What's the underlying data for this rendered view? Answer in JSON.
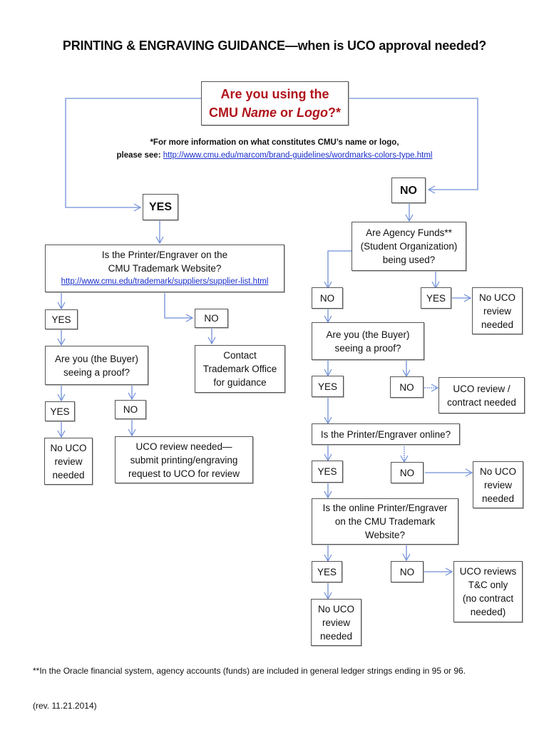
{
  "title": "PRINTING & ENGRAVING GUIDANCE—when is UCO approval needed?",
  "colors": {
    "question": "#b0141c",
    "arrow": "#6f8fd8",
    "link": "#1a2ecc",
    "border": "#555555"
  },
  "start": {
    "line1": "Are you using the",
    "line2_pre": "CMU ",
    "name": "Name",
    "or": " or ",
    "logo": "Logo",
    "suffix": "?*"
  },
  "note": {
    "line1": "*For more information on what constitutes CMU’s name or logo,",
    "line2_prefix": "please see: ",
    "link": "http://www.cmu.edu/marcom/brand-guidelines/wordmarks-colors-type.html"
  },
  "yes_branch": {
    "label": "YES",
    "q1": {
      "line1": "Is the Printer/Engraver on the",
      "line2": "CMU Trademark Website?",
      "link": "http://www.cmu.edu/trademark/suppliers/supplier-list.html"
    },
    "q1_yes": "YES",
    "q1_no": "NO",
    "contact": [
      "Contact",
      "Trademark Office",
      "for guidance"
    ],
    "q2": [
      "Are you (the Buyer)",
      "seeing a proof?"
    ],
    "q2_yes": "YES",
    "q2_no": "NO",
    "no_review": [
      "No UCO",
      "review",
      "needed"
    ],
    "review_needed": [
      "UCO review needed—",
      "submit printing/engraving",
      "request to UCO for review"
    ]
  },
  "no_branch": {
    "label": "NO",
    "q1": [
      "Are Agency Funds**",
      "(Student Organization)",
      "being used?"
    ],
    "q1_no": "NO",
    "q1_yes": "YES",
    "q1_yes_result": [
      "No UCO",
      "review",
      "needed"
    ],
    "q2": [
      "Are you (the Buyer)",
      "seeing a proof?"
    ],
    "q2_yes": "YES",
    "q2_no": "NO",
    "q2_no_result": [
      "UCO review /",
      "contract needed"
    ],
    "q3": "Is the Printer/Engraver online?",
    "q3_yes": "YES",
    "q3_no": "NO",
    "q3_no_result": [
      "No UCO",
      "review",
      "needed"
    ],
    "q4": [
      "Is the online Printer/Engraver",
      "on the CMU Trademark",
      "Website?"
    ],
    "q4_yes": "YES",
    "q4_no": "NO",
    "q4_yes_result": [
      "No UCO",
      "review",
      "needed"
    ],
    "q4_no_result": [
      "UCO reviews",
      "T&C only",
      "(no contract",
      "needed)"
    ]
  },
  "footnote": "**In the Oracle financial system, agency accounts (funds) are included in general ledger strings ending in 95 or 96.",
  "revision": "(rev. 11.21.2014)"
}
